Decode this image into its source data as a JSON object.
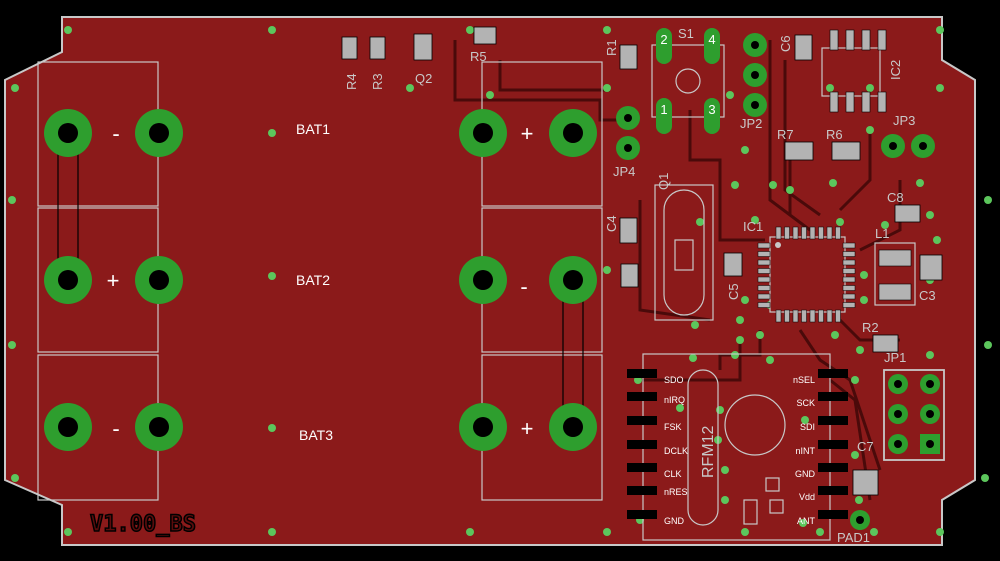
{
  "colors": {
    "background": "#000000",
    "copper": "#8b1a1a",
    "outline": "#c8c8c8",
    "pad": "#2e9e2e",
    "via": "#5cc65c",
    "smd": "#b3b3b3",
    "trace": "#4a0a0a"
  },
  "batteries": [
    {
      "name": "BAT1",
      "left_sign": "-",
      "right_sign": "+"
    },
    {
      "name": "BAT2",
      "left_sign": "+",
      "right_sign": "-"
    },
    {
      "name": "BAT3",
      "left_sign": "-",
      "right_sign": "+"
    }
  ],
  "components": {
    "r1": "R1",
    "r2": "R2",
    "r3": "R3",
    "r4": "R4",
    "r5": "R5",
    "r6": "R6",
    "r7": "R7",
    "q1": "Q1",
    "q2": "Q2",
    "s1": "S1",
    "c3": "C3",
    "c4": "C4",
    "c5": "C5",
    "c6": "C6",
    "c7": "C7",
    "c8": "C8",
    "ic1": "IC1",
    "ic2": "IC2",
    "jp1": "JP1",
    "jp2": "JP2",
    "jp3": "JP3",
    "jp4": "JP4",
    "l1": "L1",
    "pad1": "PAD1"
  },
  "s1_pins": [
    "2",
    "4",
    "1",
    "3"
  ],
  "rfm12": {
    "name": "RFM12",
    "left_pins": [
      "SDO",
      "nIRQ",
      "FSK",
      "DCLK",
      "CLK",
      "nRES",
      "GND"
    ],
    "right_pins": [
      "nSEL",
      "SCK",
      "SDI",
      "nINT",
      "GND",
      "Vdd",
      "ANT"
    ]
  },
  "version": "V1.00_BS"
}
